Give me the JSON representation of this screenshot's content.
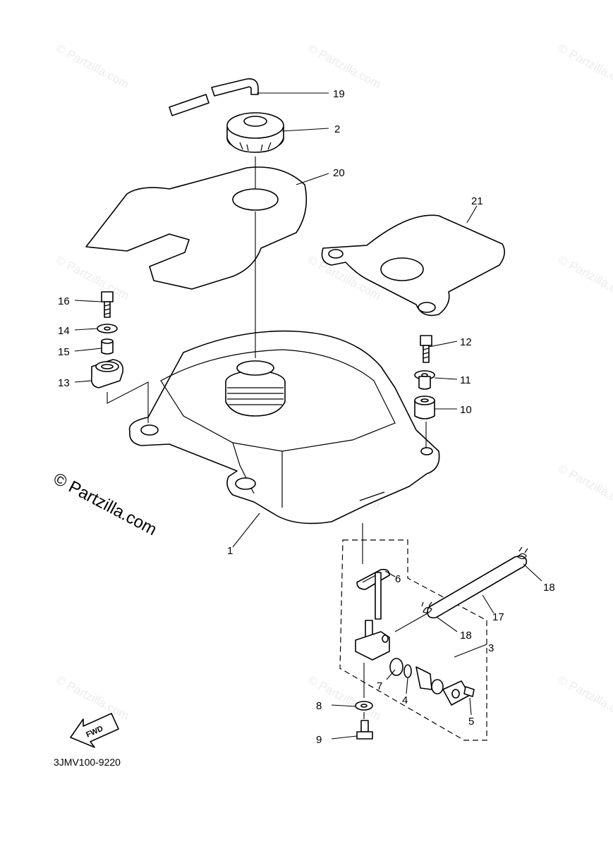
{
  "diagram": {
    "code": "3JMV100-9220",
    "watermark": "© Partzilla.com",
    "brand_mark": "© Partzilla.com",
    "fwd_label": "FWD"
  },
  "callouts": [
    "1",
    "2",
    "3",
    "4",
    "5",
    "6",
    "7",
    "8",
    "9",
    "10",
    "11",
    "12",
    "13",
    "14",
    "15",
    "16",
    "17",
    "18",
    "18",
    "19",
    "20",
    "21"
  ]
}
